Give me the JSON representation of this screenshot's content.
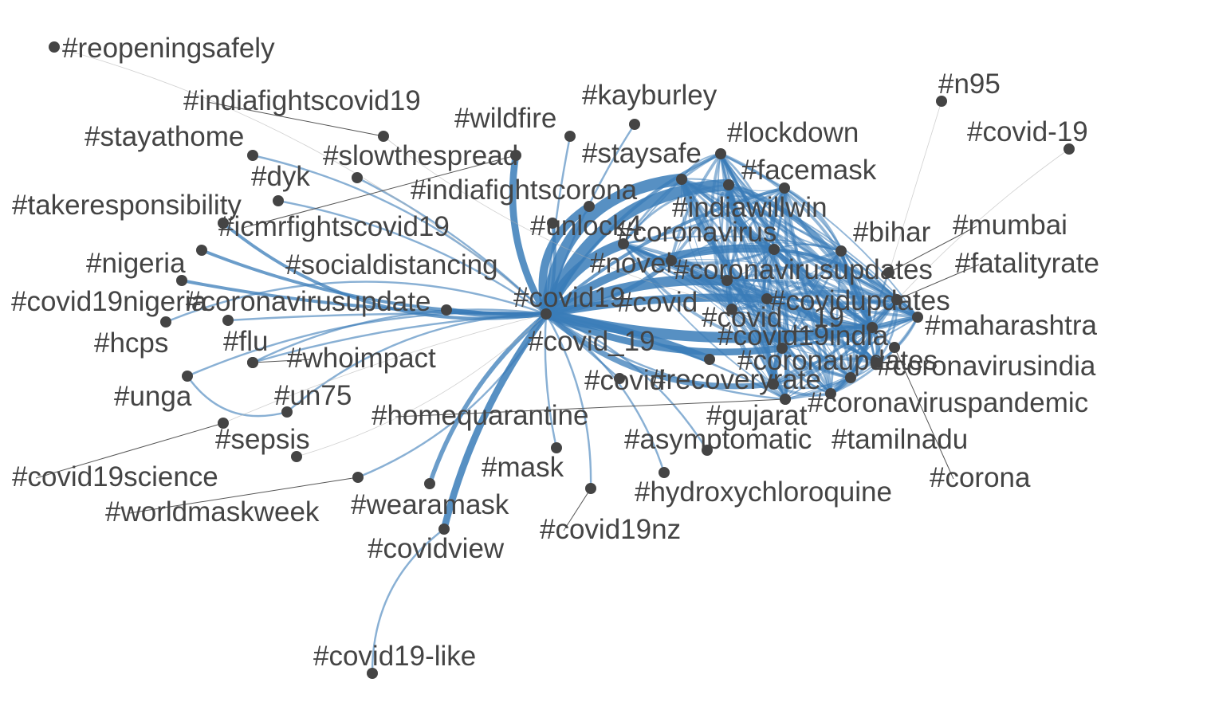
{
  "diagram": {
    "edge_color": "#3a7cb8",
    "node_color": "#444444",
    "nodes": [
      {
        "id": "reopeningsafely",
        "label": "#reopeningsafely"
      },
      {
        "id": "indiafightscovid19",
        "label": "#indiafightscovid19"
      },
      {
        "id": "stayathome",
        "label": "#stayathome"
      },
      {
        "id": "wildfire",
        "label": "#wildfire"
      },
      {
        "id": "kayburley",
        "label": "#kayburley"
      },
      {
        "id": "n95",
        "label": "#n95"
      },
      {
        "id": "covid-19",
        "label": "#covid-19"
      },
      {
        "id": "slowthespread",
        "label": "#slowthespread"
      },
      {
        "id": "dyk",
        "label": "#dyk"
      },
      {
        "id": "lockdown",
        "label": "#lockdown"
      },
      {
        "id": "staysafe",
        "label": "#staysafe"
      },
      {
        "id": "facemask",
        "label": "#facemask"
      },
      {
        "id": "indiafightscorona",
        "label": "#indiafightscorona"
      },
      {
        "id": "takeresponsibility",
        "label": "#takeresponsibility"
      },
      {
        "id": "indiawillwin",
        "label": "#indiawillwin"
      },
      {
        "id": "icmrfightscovid19",
        "label": "#icmrfightscovid19"
      },
      {
        "id": "unlock4",
        "label": "#unlock4"
      },
      {
        "id": "coronavirus",
        "label": "#coronavirus"
      },
      {
        "id": "mumbai",
        "label": "#mumbai"
      },
      {
        "id": "bihar",
        "label": "#bihar"
      },
      {
        "id": "nigeria",
        "label": "#nigeria"
      },
      {
        "id": "socialdistancing",
        "label": "#socialdistancing"
      },
      {
        "id": "novel",
        "label": "#novel"
      },
      {
        "id": "fatalityrate",
        "label": "#fatalityrate"
      },
      {
        "id": "coronavirusupdates",
        "label": "#coronavirusupdates"
      },
      {
        "id": "covid19",
        "label": "#covid19"
      },
      {
        "id": "covid19nigeria",
        "label": "#covid19nigeria"
      },
      {
        "id": "coronavirusupdate",
        "label": "#coronavirusupdate"
      },
      {
        "id": "covid",
        "label": "#covid"
      },
      {
        "id": "covidupdates",
        "label": "#covidupdates"
      },
      {
        "id": "covid_19b",
        "label": "#covid__19"
      },
      {
        "id": "maharashtra",
        "label": "#maharashtra"
      },
      {
        "id": "hcps",
        "label": "#hcps"
      },
      {
        "id": "flu",
        "label": "#flu"
      },
      {
        "id": "covid_19",
        "label": "#covid_19"
      },
      {
        "id": "covid19india",
        "label": "#covid19india"
      },
      {
        "id": "whoimpact",
        "label": "#whoimpact"
      },
      {
        "id": "coronaupdates",
        "label": "#coronaupdates"
      },
      {
        "id": "coronavirusindia",
        "label": "#coronavirusindia"
      },
      {
        "id": "covid2",
        "label": "#covid"
      },
      {
        "id": "recoveryrate",
        "label": "#recoveryrate"
      },
      {
        "id": "unga",
        "label": "#unga"
      },
      {
        "id": "un75",
        "label": "#un75"
      },
      {
        "id": "coronaviruspandemic",
        "label": "#coronaviruspandemic"
      },
      {
        "id": "homequarantine",
        "label": "#homequarantine"
      },
      {
        "id": "gujarat",
        "label": "#gujarat"
      },
      {
        "id": "sepsis",
        "label": "#sepsis"
      },
      {
        "id": "asymptomatic",
        "label": "#asymptomatic"
      },
      {
        "id": "tamilnadu",
        "label": "#tamilnadu"
      },
      {
        "id": "mask",
        "label": "#mask"
      },
      {
        "id": "covid19science",
        "label": "#covid19science"
      },
      {
        "id": "corona",
        "label": "#corona"
      },
      {
        "id": "wearamask",
        "label": "#wearamask"
      },
      {
        "id": "hydroxychloroquine",
        "label": "#hydroxychloroquine"
      },
      {
        "id": "worldmaskweek",
        "label": "#worldmaskweek"
      },
      {
        "id": "covid19nz",
        "label": "#covid19nz"
      },
      {
        "id": "covidview",
        "label": "#covidview"
      },
      {
        "id": "covid19-like",
        "label": "#covid19-like"
      }
    ],
    "edges": [
      {
        "source": "covid19",
        "target": "icmrfightscovid19",
        "weight": 5
      },
      {
        "source": "covid19",
        "target": "socialdistancing",
        "weight": 4
      },
      {
        "source": "covid19",
        "target": "covidview",
        "weight": 5
      },
      {
        "source": "covid19",
        "target": "wearamask",
        "weight": 3
      },
      {
        "source": "covid19",
        "target": "takeresponsibility",
        "weight": 2
      },
      {
        "source": "covid19",
        "target": "nigeria",
        "weight": 2
      },
      {
        "source": "covid19",
        "target": "covid19nigeria",
        "weight": 2
      },
      {
        "source": "covid19",
        "target": "coronavirusupdate",
        "weight": 1
      },
      {
        "source": "covid19",
        "target": "flu",
        "weight": 1
      },
      {
        "source": "covid19",
        "target": "unga",
        "weight": 1
      },
      {
        "source": "covid19",
        "target": "un75",
        "weight": 1
      },
      {
        "source": "covid19",
        "target": "whoimpact",
        "weight": 1
      },
      {
        "source": "covid19",
        "target": "worldmaskweek",
        "weight": 1
      },
      {
        "source": "covid19",
        "target": "slowthespread",
        "weight": 1
      },
      {
        "source": "covid19",
        "target": "stayathome",
        "weight": 1
      },
      {
        "source": "covid19",
        "target": "dyk",
        "weight": 1
      },
      {
        "source": "covid19",
        "target": "wildfire",
        "weight": 1
      },
      {
        "source": "covid19",
        "target": "mask",
        "weight": 1
      },
      {
        "source": "covid19",
        "target": "covid19nz",
        "weight": 1
      },
      {
        "source": "covid19",
        "target": "homequarantine",
        "weight": 1
      },
      {
        "source": "covid19",
        "target": "indiafightscorona",
        "weight": 6
      },
      {
        "source": "covid19",
        "target": "staysafe",
        "weight": 9
      },
      {
        "source": "covid19",
        "target": "indiawillwin",
        "weight": 9
      },
      {
        "source": "covid19",
        "target": "coronavirus",
        "weight": 8
      },
      {
        "source": "covid19",
        "target": "covid",
        "weight": 8
      },
      {
        "source": "covid19",
        "target": "covid_19",
        "weight": 6
      },
      {
        "source": "covid19",
        "target": "covid19india",
        "weight": 8
      },
      {
        "source": "covid19",
        "target": "coronavirusupdates",
        "weight": 6
      },
      {
        "source": "covid19",
        "target": "covidupdates",
        "weight": 6
      },
      {
        "source": "covid19",
        "target": "recoveryrate",
        "weight": 4
      },
      {
        "source": "covid19",
        "target": "coronaupdates",
        "weight": 5
      },
      {
        "source": "covid19",
        "target": "novel",
        "weight": 3
      },
      {
        "source": "covid19",
        "target": "unlock4",
        "weight": 2
      },
      {
        "source": "covid19",
        "target": "kayburley",
        "weight": 1
      },
      {
        "source": "covid19",
        "target": "lockdown",
        "weight": 2
      },
      {
        "source": "covid19",
        "target": "facemask",
        "weight": 2
      },
      {
        "source": "covid19",
        "target": "covid2",
        "weight": 1
      },
      {
        "source": "covid19",
        "target": "asymptomatic",
        "weight": 1
      },
      {
        "source": "covid19",
        "target": "gujarat",
        "weight": 1
      },
      {
        "source": "covid19",
        "target": "hydroxychloroquine",
        "weight": 1
      },
      {
        "source": "covidview",
        "target": "covid19-like",
        "weight": 1
      },
      {
        "source": "unga",
        "target": "un75",
        "weight": 1
      },
      {
        "source": "indiawillwin",
        "target": "coronavirusupdates",
        "weight": 5
      },
      {
        "source": "indiawillwin",
        "target": "covid19india",
        "weight": 4
      },
      {
        "source": "staysafe",
        "target": "covid19india",
        "weight": 4
      },
      {
        "source": "coronavirusupdates",
        "target": "covid19india",
        "weight": 4
      },
      {
        "source": "covid19india",
        "target": "coronavirusindia",
        "weight": 3
      },
      {
        "source": "covid19india",
        "target": "maharashtra",
        "weight": 2
      },
      {
        "source": "covid19india",
        "target": "fatalityrate",
        "weight": 2
      },
      {
        "source": "covid19india",
        "target": "bihar",
        "weight": 2
      },
      {
        "source": "covid19india",
        "target": "tamilnadu",
        "weight": 2
      },
      {
        "source": "covid19india",
        "target": "coronaviruspandemic",
        "weight": 2
      },
      {
        "source": "covid19india",
        "target": "corona",
        "weight": 1
      },
      {
        "source": "covid19india",
        "target": "mumbai",
        "weight": 1
      },
      {
        "source": "coronavirusupdates",
        "target": "maharashtra",
        "weight": 2
      },
      {
        "source": "covidupdates",
        "target": "coronavirusindia",
        "weight": 2
      },
      {
        "source": "covid",
        "target": "covid_19b",
        "weight": 3
      },
      {
        "source": "recoveryrate",
        "target": "coronaupdates",
        "weight": 3
      },
      {
        "source": "lockdown",
        "target": "covid19india",
        "weight": 2
      },
      {
        "source": "facemask",
        "target": "coronavirusupdates",
        "weight": 1
      },
      {
        "source": "reopeningsafely",
        "target": "covid19",
        "weight": 0
      },
      {
        "source": "indiafightscovid19",
        "target": "covid19india",
        "weight": 0
      },
      {
        "source": "n95",
        "target": "covid19india",
        "weight": 0
      },
      {
        "source": "covid-19",
        "target": "covid19india",
        "weight": 0
      },
      {
        "source": "hcps",
        "target": "covid19",
        "weight": 1
      },
      {
        "source": "sepsis",
        "target": "covid19",
        "weight": 0
      },
      {
        "source": "covid19science",
        "target": "covid19",
        "weight": 0
      }
    ]
  }
}
